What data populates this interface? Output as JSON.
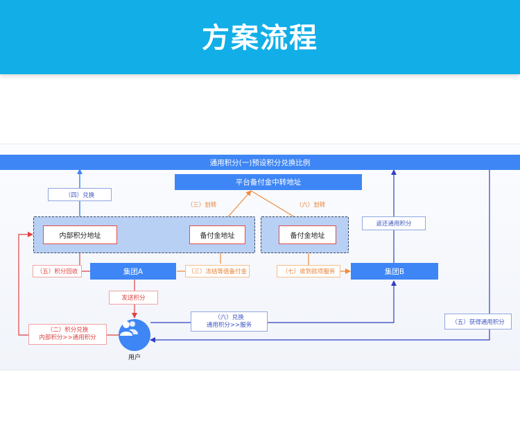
{
  "banner": {
    "title": "方案流程"
  },
  "diagram": {
    "top_bar": "通用积分(一)预设积分兑换比例",
    "platform_address": "平台备付金中转地址",
    "internal_points_address": "内部积分地址",
    "reserve_address_a": "备付金地址",
    "reserve_address_b": "备付金地址",
    "group_a": "集团A",
    "group_b": "集团B",
    "user": "用户",
    "labels": {
      "exchange_4": "（四）兑换",
      "transfer_3": "（三）划转",
      "transfer_6": "（六）划转",
      "return_points": "返还通用积分",
      "recover_points_5": "（五）积分回收",
      "freeze_reserve_3": "（三）冻结等值备付金",
      "receive_payment_7": "（七）收到款项服务",
      "send_points": "发送积分",
      "exchange_6_line1": "（六）兑换",
      "exchange_6_line2": "通用积分>>服务",
      "redeem_2_line1": "（二）积分兑换",
      "redeem_2_line2": "内部积分>>通用积分",
      "obtain_points_5": "（五）获得通用积分"
    }
  },
  "colors": {
    "banner": "#12aee8",
    "primary_blue": "#3e86f5",
    "arrow_red": "#e04141",
    "arrow_orange": "#f08a3a",
    "arrow_navy": "#2f3fc2"
  }
}
